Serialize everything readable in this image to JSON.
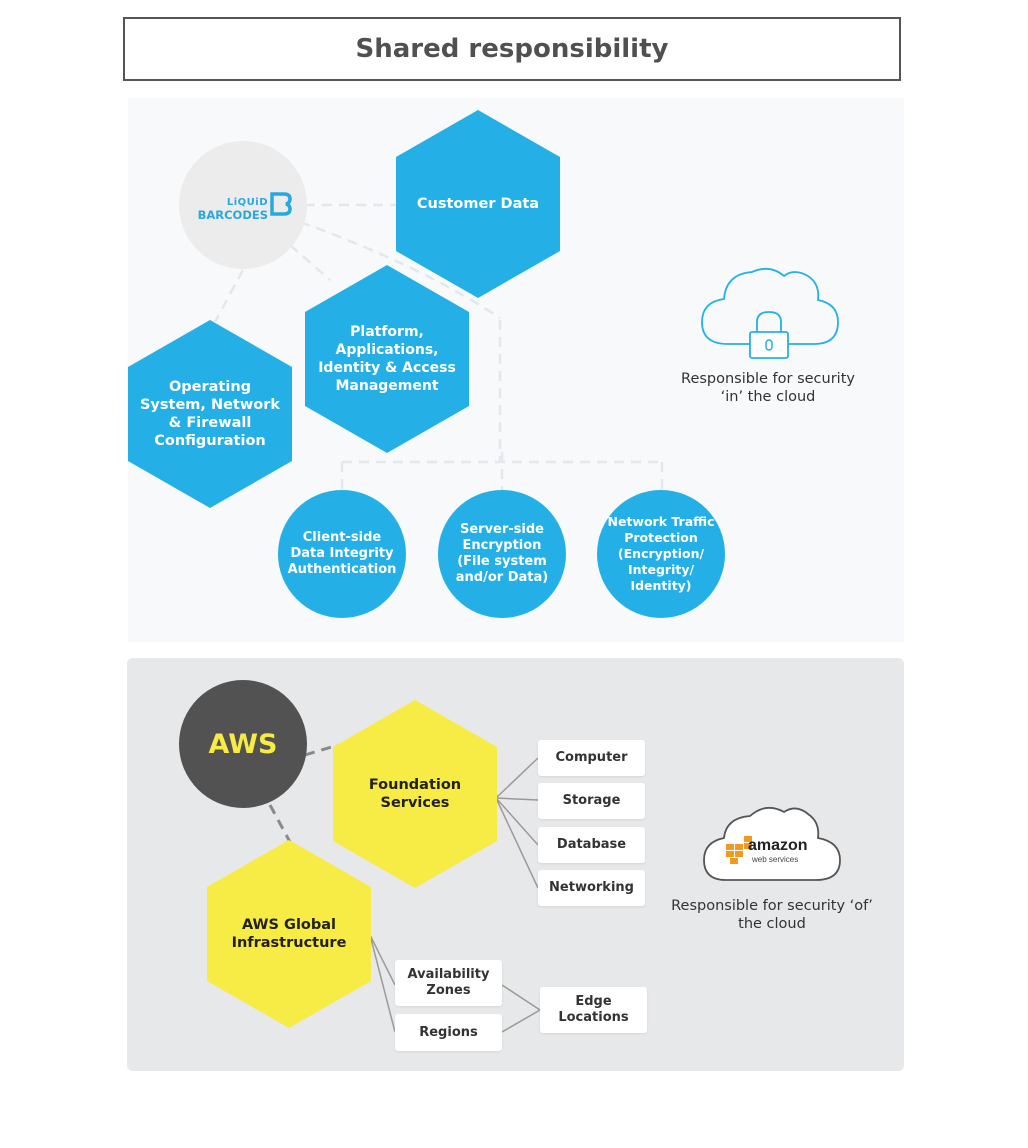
{
  "title": "Shared responsibility",
  "customer_section": {
    "logo": {
      "line1": "LiQUiD",
      "line2": "BARCODES",
      "mark": "B"
    },
    "hexagons": {
      "customer_data": "Customer Data",
      "platform": "Platform, Applications, Identity & Access Management",
      "os": "Operating System, Network & Firewall Configuration"
    },
    "circles": {
      "client_side": "Client-side Data Integrity Authentication",
      "server_side": "Server-side Encryption (File system and/or Data)",
      "network": "Network Traffic Protection (Encryption/ Integrity/ Identity)"
    },
    "cloud_icon": "cloud-lock-icon",
    "caption": "Responsible for security ‘in’ the cloud"
  },
  "aws_section": {
    "aws_label": "AWS",
    "hexagons": {
      "foundation": "Foundation Services",
      "global": "AWS Global Infrastructure"
    },
    "foundation_items": [
      "Computer",
      "Storage",
      "Database",
      "Networking"
    ],
    "infra_items": [
      "Availability Zones",
      "Regions"
    ],
    "edge": "Edge Locations",
    "amazon_logo": {
      "word": "amazon",
      "sub": "web services"
    },
    "caption": "Responsible for security ‘of’ the cloud"
  },
  "colors": {
    "blue": "#24b0e6",
    "yellow": "#f7eb46",
    "dark": "#525252",
    "amazon_orange": "#f29a1f"
  }
}
